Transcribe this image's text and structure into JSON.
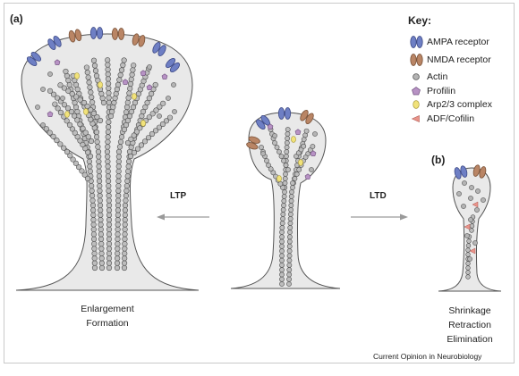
{
  "panel_a_label": "(a)",
  "panel_b_label": "(b)",
  "key": {
    "title": "Key:",
    "items": [
      {
        "label": "AMPA receptor",
        "icon": "ampa-receptor-icon",
        "color": "#6e7fc4"
      },
      {
        "label": "NMDA receptor",
        "icon": "nmda-receptor-icon",
        "color": "#b98565"
      },
      {
        "label": "Actin",
        "icon": "actin-icon",
        "color": "#b4b4b4"
      },
      {
        "label": "Profilin",
        "icon": "profilin-icon",
        "color": "#b792c4"
      },
      {
        "label": "Arp2/3 complex",
        "icon": "arp23-icon",
        "color": "#f1e27a"
      },
      {
        "label": "ADF/Cofilin",
        "icon": "cofilin-icon",
        "color": "#e9938a"
      }
    ]
  },
  "arrows": {
    "ltp": "LTP",
    "ltd": "LTD"
  },
  "captions": {
    "left": [
      "Enlargement",
      "Formation"
    ],
    "right": [
      "Shrinkage",
      "Retraction",
      "Elimination"
    ]
  },
  "credit": "Current Opinion in Neurobiology",
  "colors": {
    "spine_fill": "#e9e9e9",
    "spine_stroke": "#555555",
    "arrow": "#9a9a9a"
  }
}
